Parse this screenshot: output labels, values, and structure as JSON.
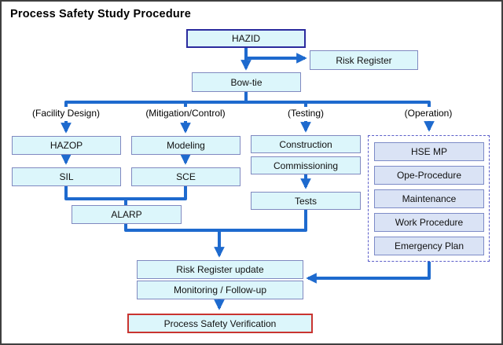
{
  "title": "Process Safety Study Procedure",
  "colors": {
    "arrow": "#1e6ace",
    "box-fill": "#dcf6fb",
    "box-border": "#8089c0",
    "hazid-border": "#2b2b9e",
    "op-fill": "#dae3f5",
    "op-border": "#7d8bc7",
    "op-dashed": "#5b5ec9",
    "verify-border": "#c93430",
    "frame": "#3f3f3f",
    "text": "#111111"
  },
  "nodes": {
    "hazid": "HAZID",
    "risk_register": "Risk Register",
    "bowtie": "Bow-tie",
    "hazop": "HAZOP",
    "sil": "SIL",
    "modeling": "Modeling",
    "sce": "SCE",
    "alarp": "ALARP",
    "construction": "Construction",
    "commissioning": "Commissioning",
    "tests": "Tests",
    "hse_mp": "HSE MP",
    "ope_procedure": "Ope-Procedure",
    "maintenance": "Maintenance",
    "work_procedure": "Work Procedure",
    "emergency_plan": "Emergency Plan",
    "risk_register_update": "Risk Register update",
    "monitoring": "Monitoring / Follow-up",
    "verification": "Process Safety Verification"
  },
  "column_labels": {
    "facility_design": "(Facility Design)",
    "mitigation_control": "(Mitigation/Control)",
    "testing": "(Testing)",
    "operation": "(Operation)"
  }
}
